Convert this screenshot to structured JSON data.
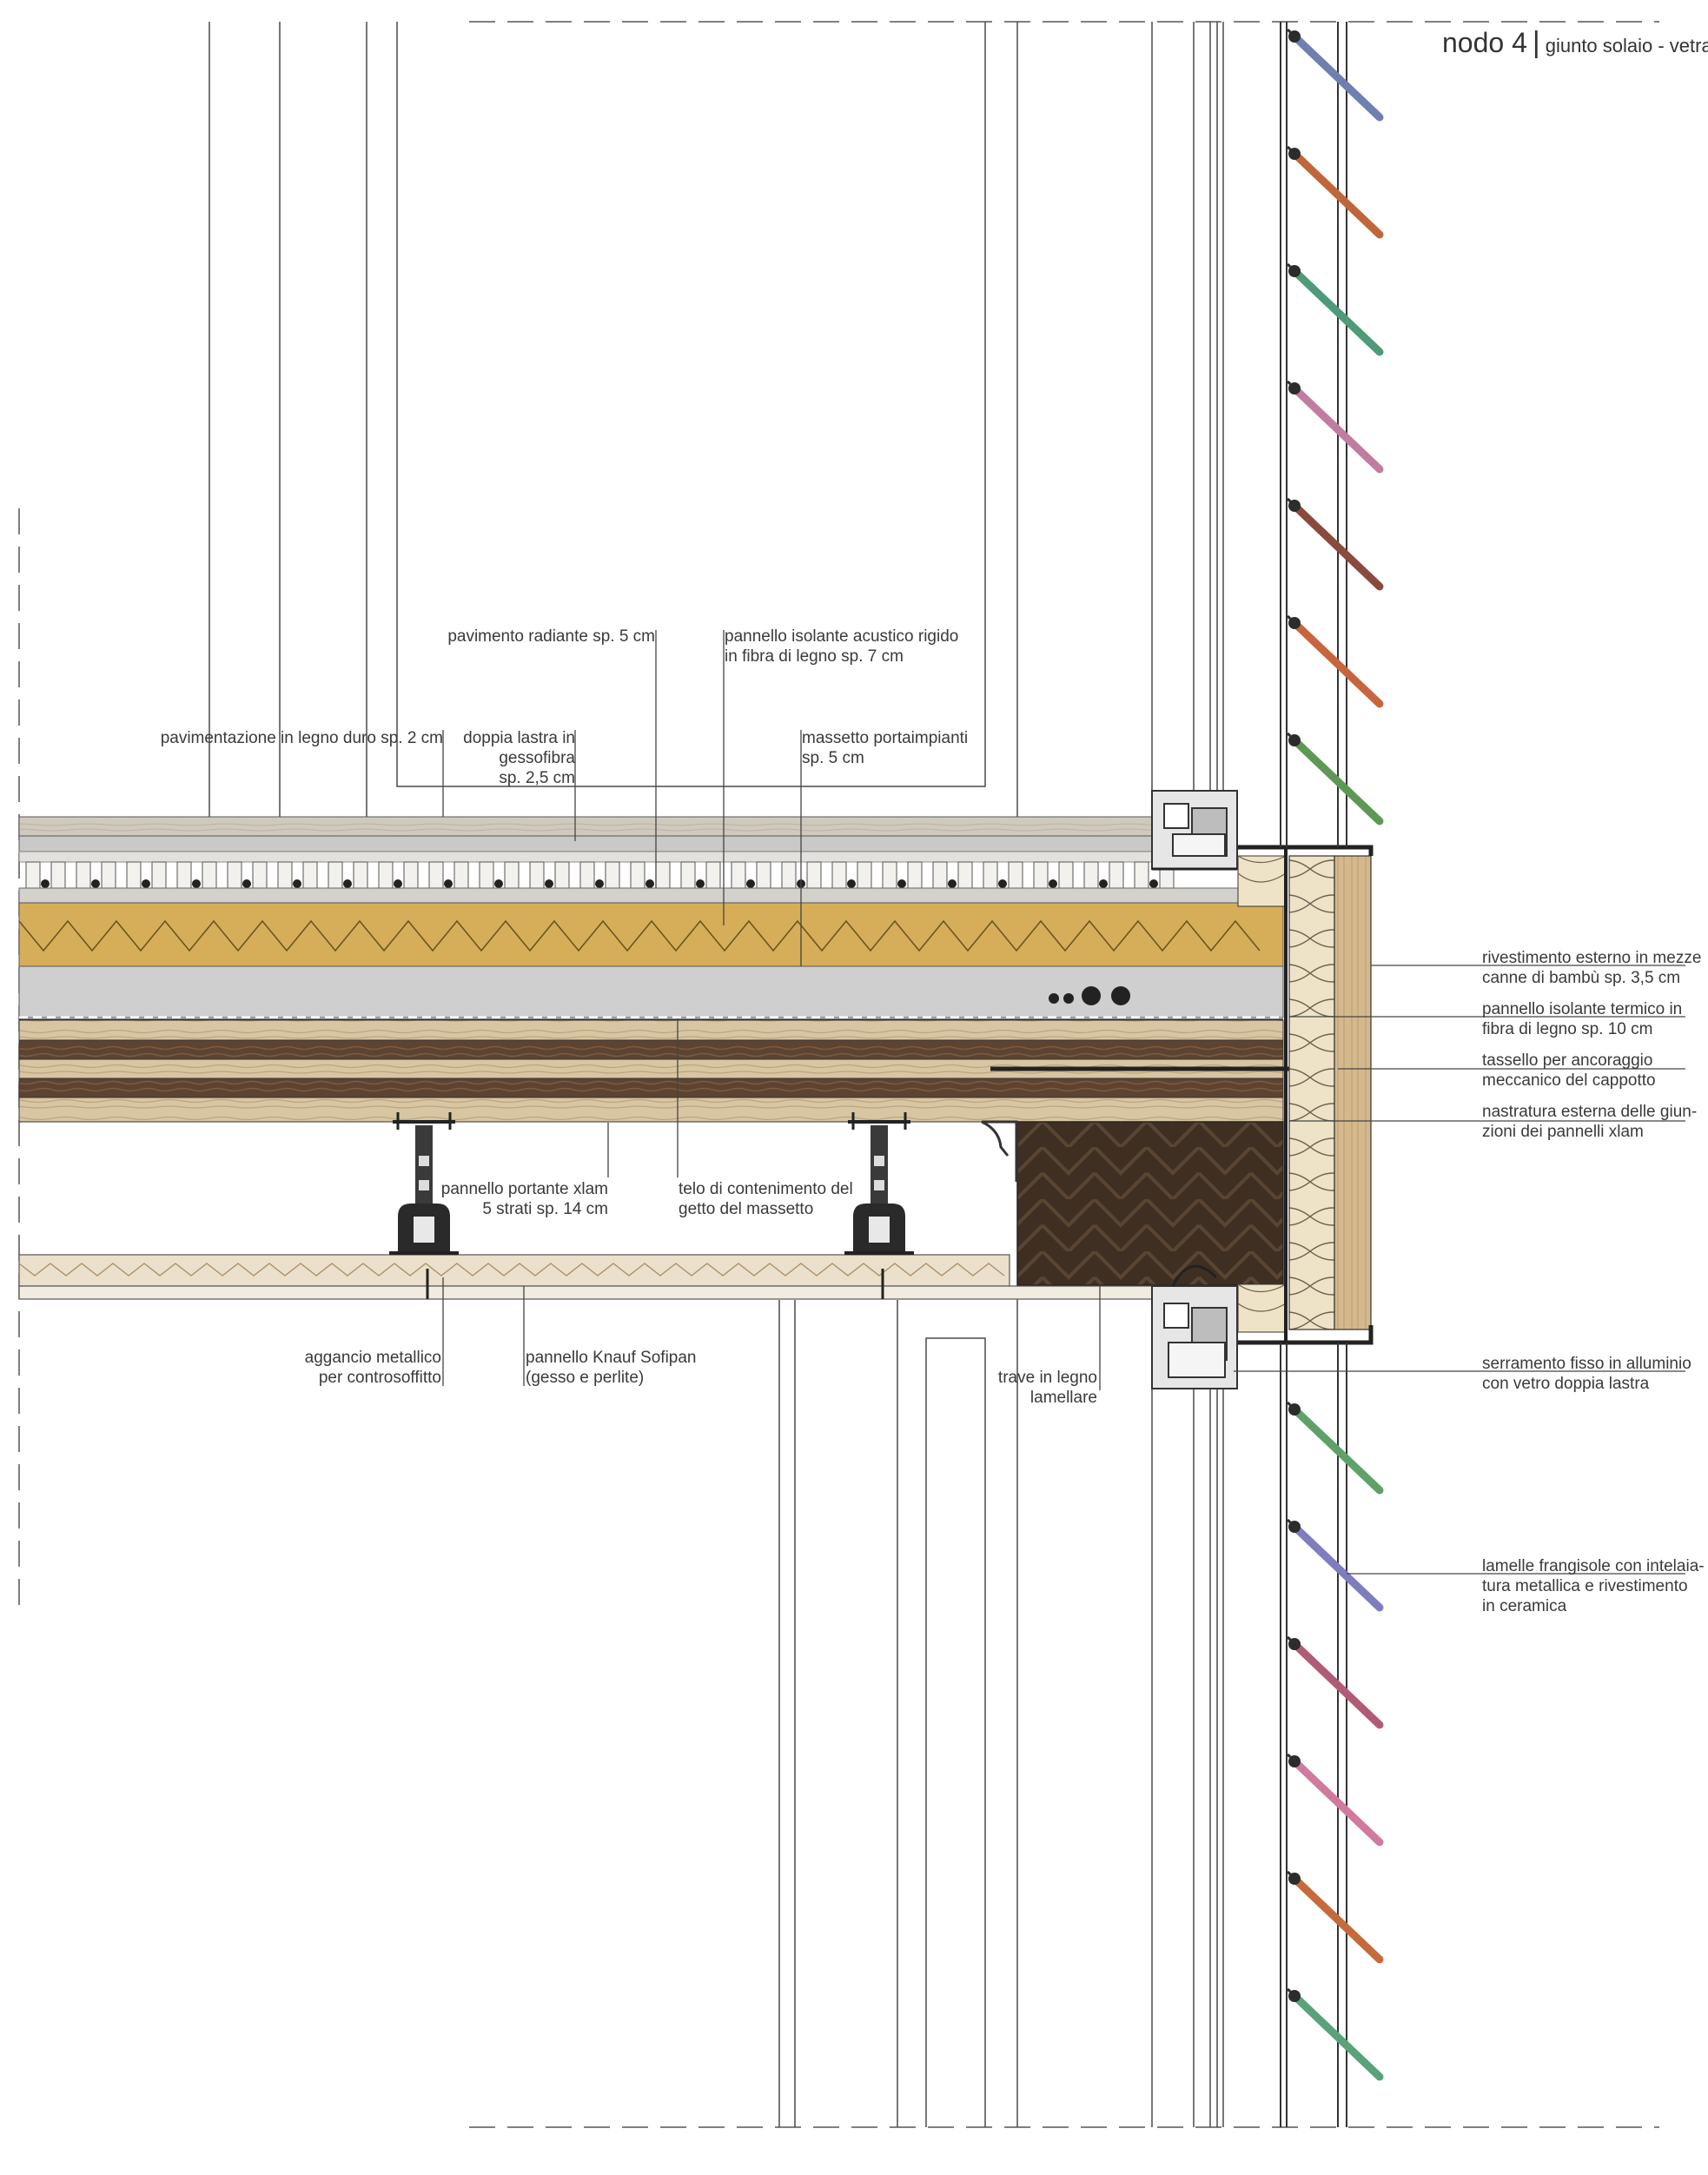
{
  "title": {
    "node": "nodo 4",
    "subtitle": "giunto solaio - vetrata"
  },
  "labels": {
    "pavimento_radiante": [
      "pavimento radiante sp. 5 cm"
    ],
    "pannello_acustico": [
      "pannello isolante acustico rigido",
      "in fibra di legno sp. 7 cm"
    ],
    "pavimentazione": [
      "pavimentazione in legno duro sp. 2 cm"
    ],
    "doppia_lastra": [
      "doppia lastra in",
      "gessofibra",
      "sp. 2,5 cm"
    ],
    "massetto": [
      "massetto portaimpianti",
      "sp. 5 cm"
    ],
    "rivestimento": [
      "rivestimento esterno in mezze",
      "canne di bambù sp. 3,5 cm"
    ],
    "isolante_termico": [
      "pannello isolante termico in",
      "fibra di legno sp. 10 cm"
    ],
    "tassello": [
      "tassello per ancoraggio",
      "meccanico del cappotto"
    ],
    "nastratura": [
      "nastratura esterna delle giun-",
      "zioni dei pannelli xlam"
    ],
    "xlam": [
      "pannello portante xlam",
      "5 strati sp. 14 cm"
    ],
    "telo": [
      "telo di contenimento del",
      "getto del massetto"
    ],
    "aggancio": [
      "aggancio metallico",
      "per controsoffitto"
    ],
    "knauf": [
      "pannello Knauf Sofipan",
      "(gesso e perlite)"
    ],
    "trave": [
      "trave in legno",
      "lamellare"
    ],
    "serramento": [
      "serramento fisso in alluminio",
      "con vetro doppia lastra"
    ],
    "lamelle": [
      "lamelle frangisole con intelaia-",
      "tura metallica e rivestimento",
      "in ceramica"
    ]
  },
  "colors": {
    "wood_floor": "#cfcabd",
    "gypsum": "#c9c9c7",
    "screed_radiant": "#d7d6d2",
    "acoustic_fiber": "#d6ae59",
    "screed": "#cfcfcf",
    "xlam_dark": "#5e4632",
    "xlam_light": "#d8c6a2",
    "beam": "#3f2f23",
    "insulation": "#efe3c7",
    "bamboo": "#d4b98e",
    "ceiling": "#ebe0cc",
    "line": "#4a4a4a",
    "louvre_colors": [
      "#6f7fb0",
      "#c0673a",
      "#4f9a78",
      "#c27ca0",
      "#8b4a3e",
      "#c8653e",
      "#5d9955",
      "#5ea26a",
      "#7f7dc0",
      "#b05c74",
      "#d07aa0",
      "#c66a3c",
      "#5aa27a"
    ]
  }
}
